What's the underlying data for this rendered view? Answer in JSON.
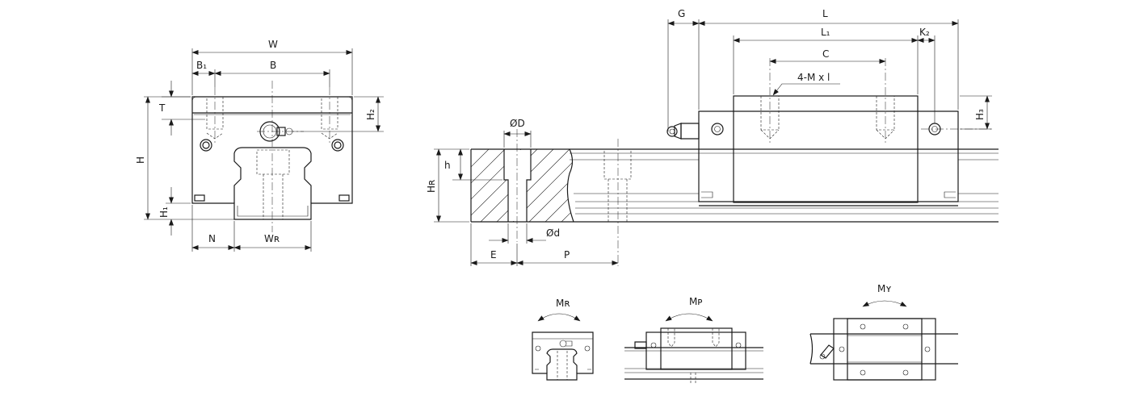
{
  "front_view": {
    "W": "W",
    "B1": "B₁",
    "B": "B",
    "T": "T",
    "H2": "H₂",
    "H": "H",
    "H1": "H₁",
    "N": "N",
    "WR": "Wʀ"
  },
  "side_view": {
    "G": "G",
    "L": "L",
    "L1": "L₁",
    "K2": "K₂",
    "C": "C",
    "screw": "4-M x l",
    "H3": "H₃",
    "D": "ØD",
    "h": "h",
    "HR": "Hʀ",
    "d": "Ød",
    "E": "E",
    "P": "P"
  },
  "moments": {
    "MR": "Mʀ",
    "MP": "Mᴘ",
    "MY": "Mʏ"
  },
  "colors": {
    "line": "#1a1a1a",
    "background": "#ffffff"
  }
}
